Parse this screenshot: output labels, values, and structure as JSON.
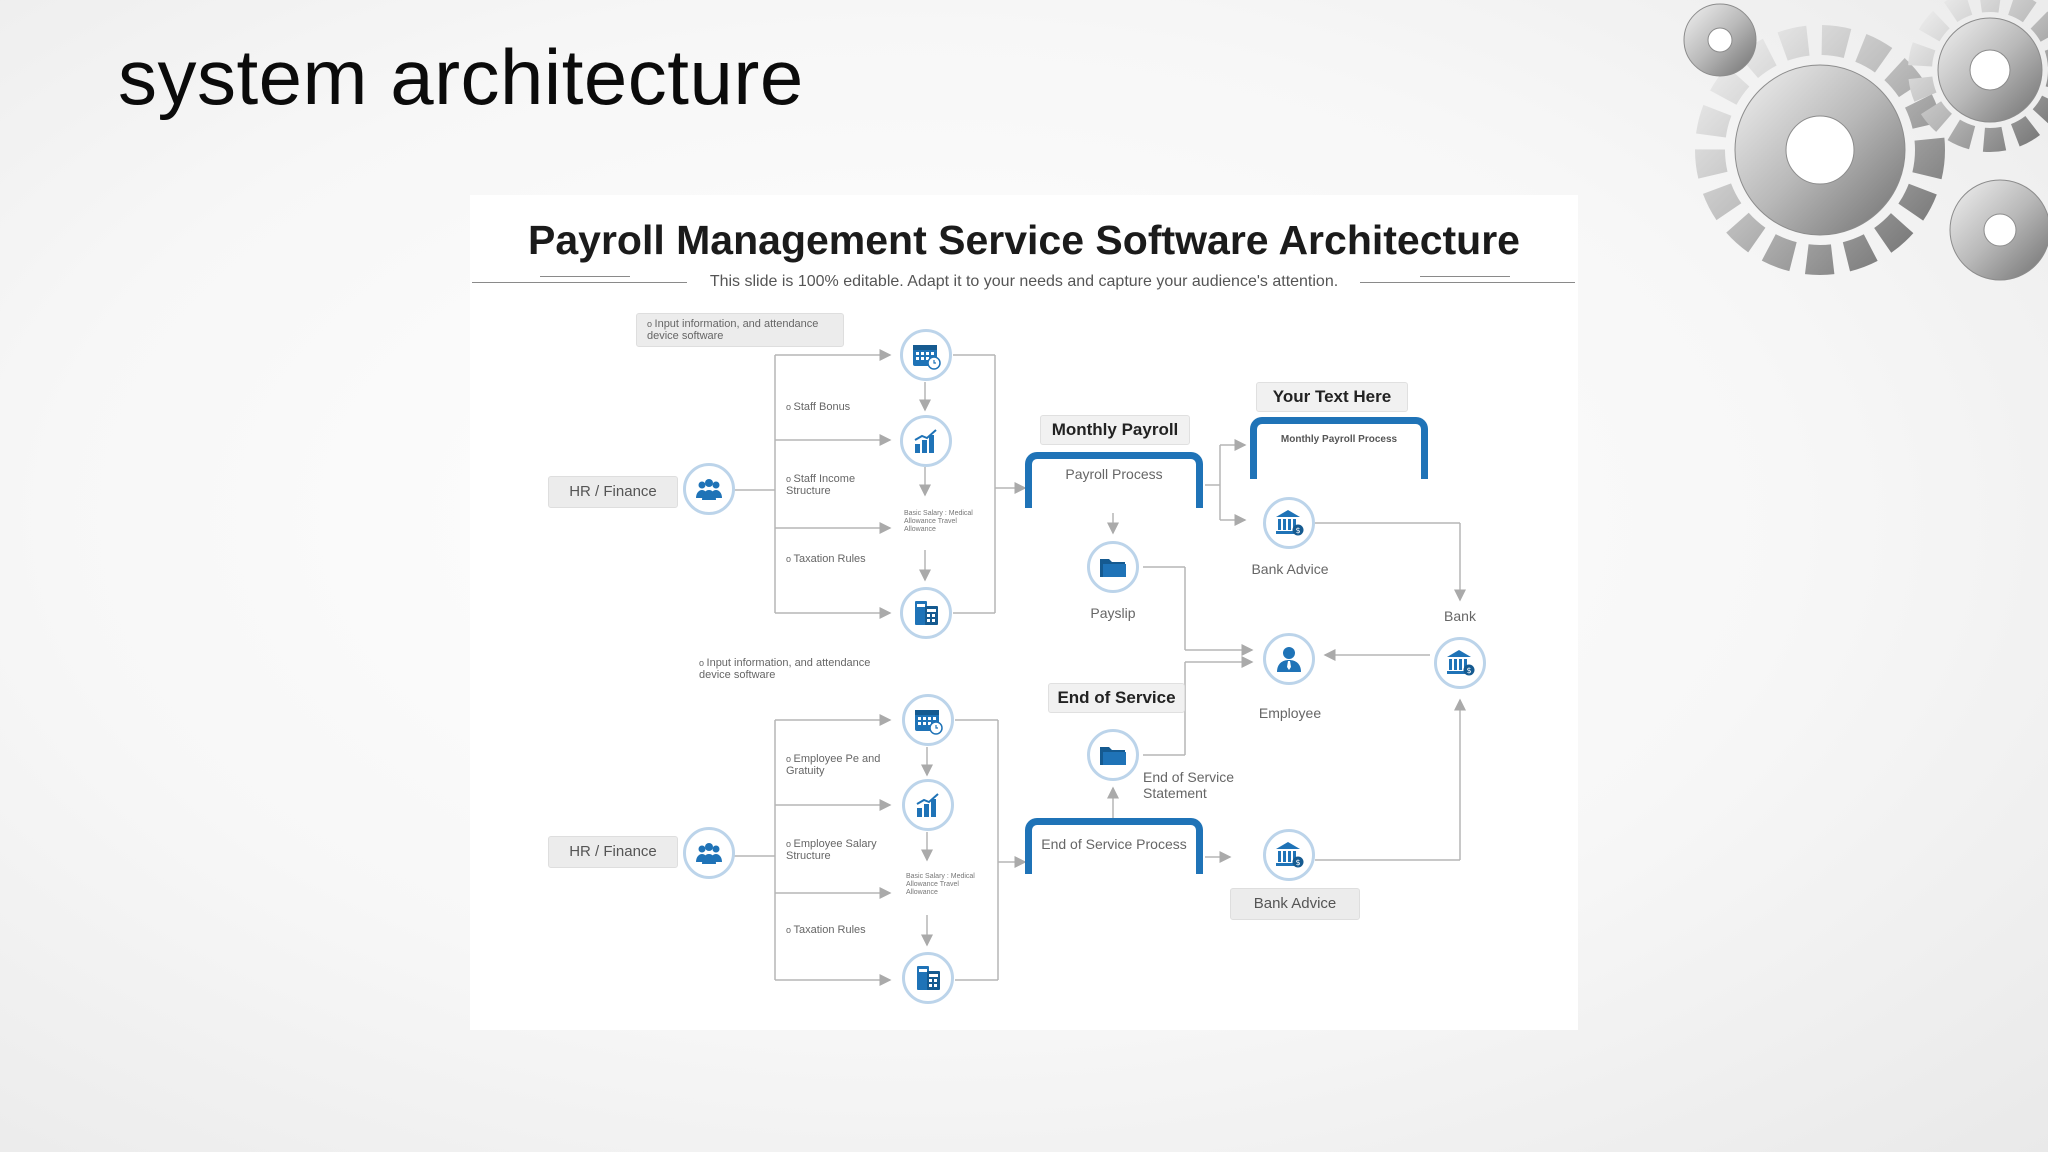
{
  "slide_title": "system architecture",
  "diagram": {
    "title": "Payroll Management Service Software Architecture",
    "subtitle": "This slide is 100% editable. Adapt it to your needs and capture your audience's attention.",
    "top": {
      "input_note": "Input information, and attendance device software",
      "staff_bonus": "Staff Bonus",
      "staff_income": "Staff Income Structure",
      "taxation": "Taxation Rules",
      "basic_salary": "Basic Salary : Medical Allowance Travel Allowance",
      "hr_finance": "HR / Finance"
    },
    "bottom": {
      "input_note": "Input information, and attendance device software",
      "employee_pe": "Employee Pe and Gratuity",
      "employee_salary": "Employee Salary Structure",
      "taxation": "Taxation Rules",
      "basic_salary": "Basic Salary : Medical Allowance Travel Allowance",
      "hr_finance": "HR / Finance"
    },
    "monthly_payroll": "Monthly Payroll",
    "payroll_process": "Payroll Process",
    "your_text_here": "Your Text Here",
    "monthly_payroll_process": "Monthly Payroll Process",
    "payslip": "Payslip",
    "bank_advice_top": "Bank Advice",
    "bank": "Bank",
    "employee": "Employee",
    "end_of_service": "End of Service",
    "end_of_service_statement": "End of Service Statement",
    "end_of_service_process": "End of Service Process",
    "bank_advice_bottom": "Bank Advice"
  },
  "icons": [
    "calendar-icon",
    "bar-chart-icon",
    "calculator-icon",
    "team-icon",
    "folder-icon",
    "bank-icon",
    "employee-icon",
    "gears-icon"
  ],
  "colors": {
    "accent": "#1f73b7",
    "node_border": "#bcd4ea"
  }
}
